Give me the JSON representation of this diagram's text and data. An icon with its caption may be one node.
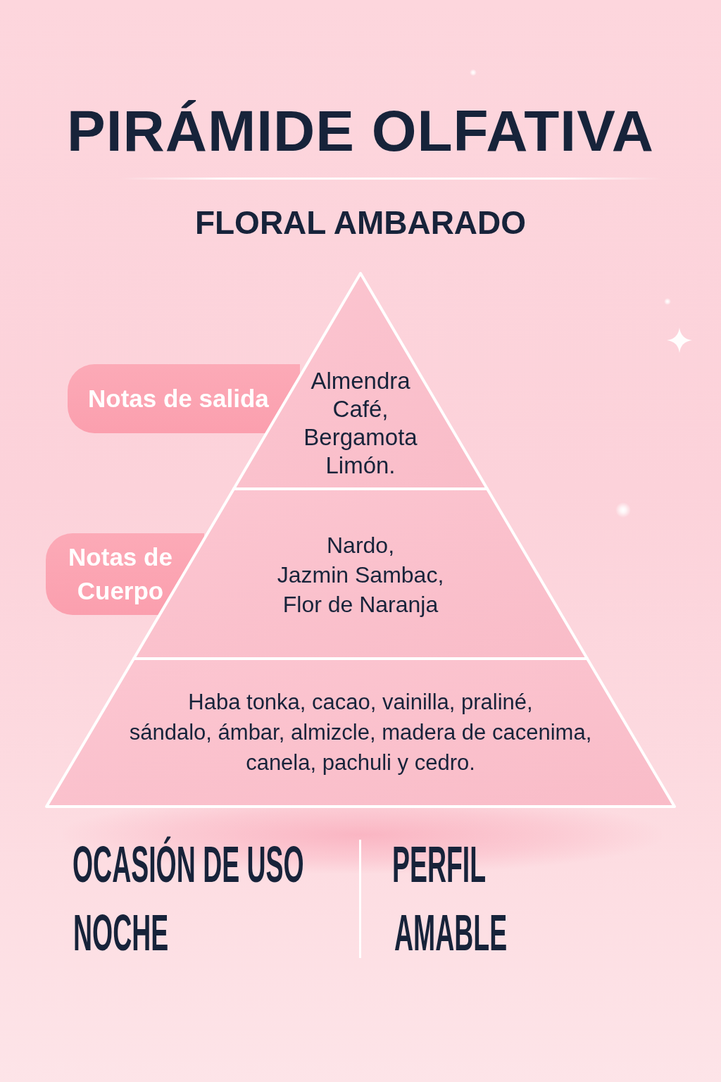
{
  "diagram": {
    "title": "PIRÁMIDE OLFATIVA",
    "nodes": [
      {
        "text": [
          "Notas de salida"
        ]
      },
      {
        "text": [
          "Almendra Café, Bergamota Limón."
        ]
      },
      {
        "text": [
          "Notas de Cuerpo"
        ]
      },
      {
        "text": [
          "Nardo, Jazmin Sambac, Flor de Naranja"
        ]
      },
      {
        "text": [
          "Haba tonka, cacao, vainilla, praliné, sándalo, ámbar, almizcle, madera de cacenima, canela, pachuli y cedro."
        ]
      }
    ],
    "labels": [
      "FLORAL AMBARADO",
      "OCASIÓN DE USO",
      "PERFIL",
      "NOCHE",
      "AMABLE"
    ]
  }
}
